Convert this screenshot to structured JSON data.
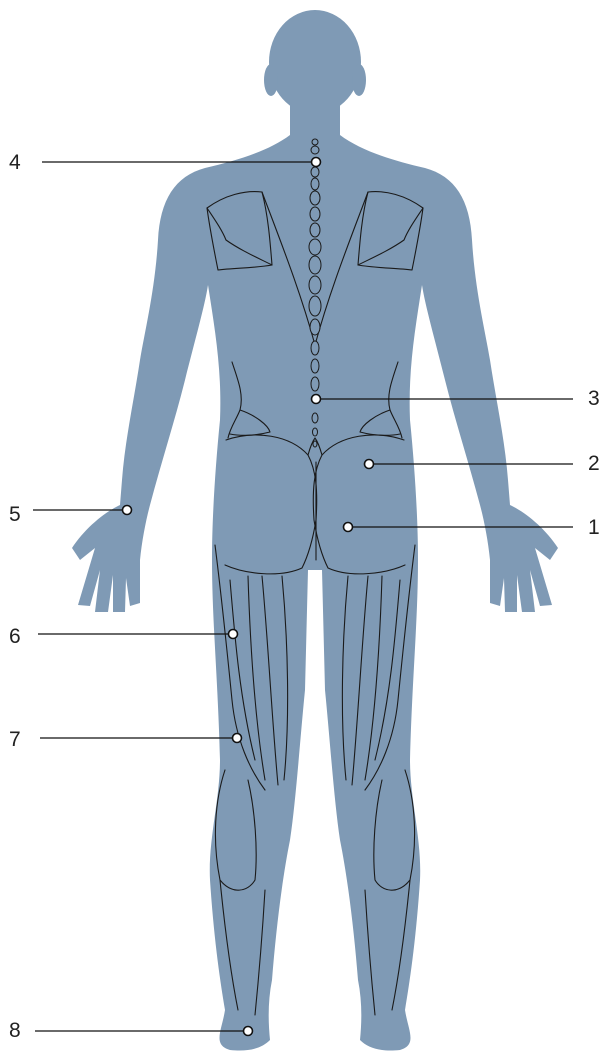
{
  "colors": {
    "body": "#7f9ab5",
    "line": "#1a1a1a",
    "marker_fill": "#ffffff",
    "label": "#222222"
  },
  "labels": [
    {
      "id": "1",
      "text": "1"
    },
    {
      "id": "2",
      "text": "2"
    },
    {
      "id": "3",
      "text": "3"
    },
    {
      "id": "4",
      "text": "4"
    },
    {
      "id": "5",
      "text": "5"
    },
    {
      "id": "6",
      "text": "6"
    },
    {
      "id": "7",
      "text": "7"
    },
    {
      "id": "8",
      "text": "8"
    }
  ]
}
